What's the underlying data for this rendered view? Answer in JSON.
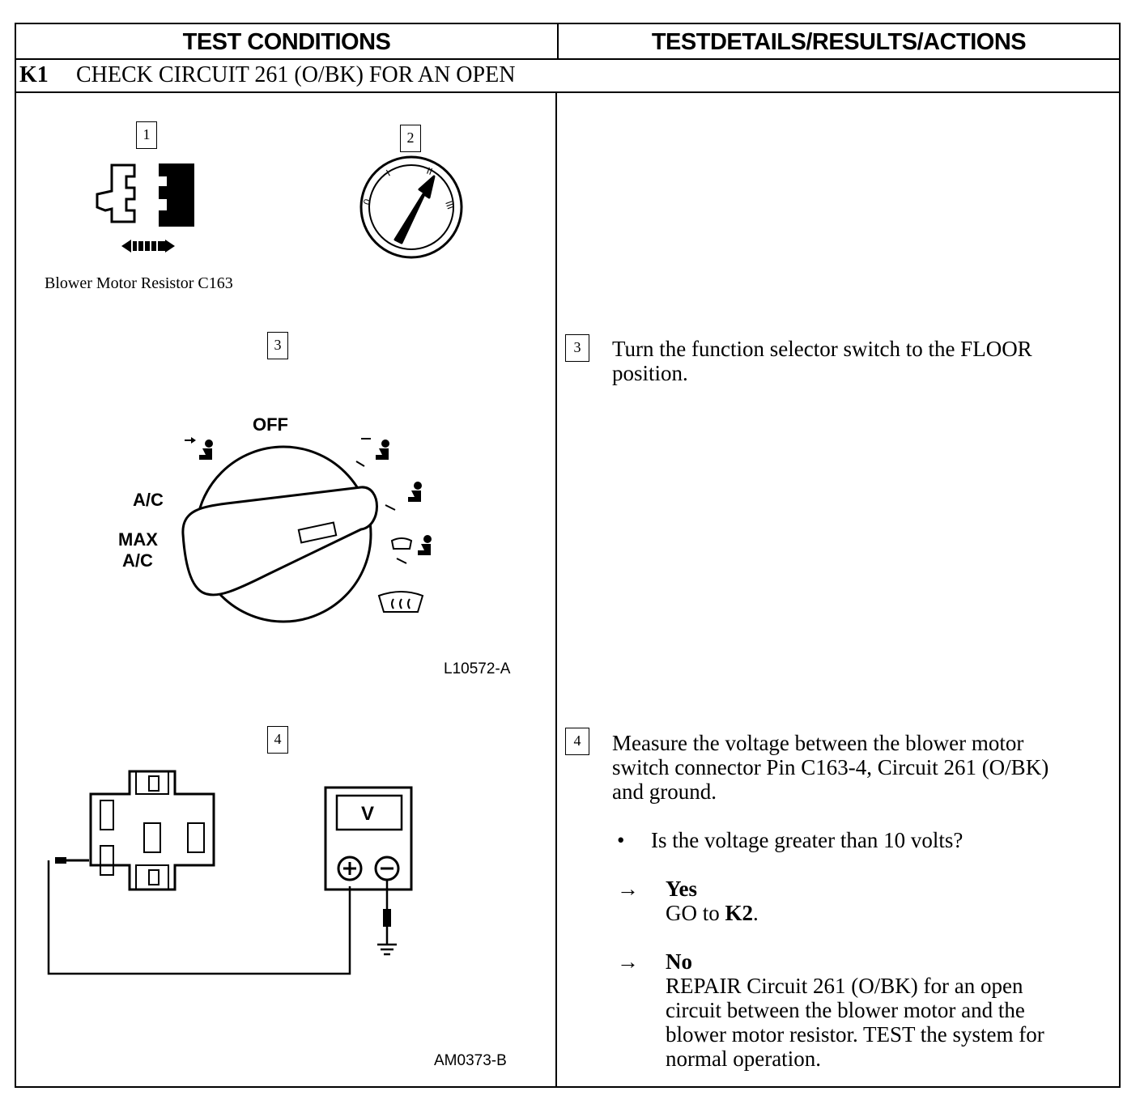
{
  "table": {
    "left_header": "TEST CONDITIONS",
    "right_header": "TESTDETAILS/RESULTS/ACTIONS",
    "step_id": "K1",
    "step_title": "CHECK CIRCUIT 261 (O/BK) FOR AN OPEN"
  },
  "figures": {
    "step1_num": "1",
    "step2_num": "2",
    "step1_caption": "Blower Motor Resistor C163",
    "step3_num": "3",
    "step3_off": "OFF",
    "step3_ac": "A/C",
    "step3_max": "MAX",
    "step3_max_ac": "A/C",
    "step3_code": "L10572-A",
    "step4_num": "4",
    "step4_meter": "V",
    "step4_code": "AM0373-B",
    "ign_pos_0": "0",
    "ign_pos_1": "I",
    "ign_pos_2": "II",
    "ign_pos_3": "III"
  },
  "details": {
    "step3_num": "3",
    "step3_line1": "Turn the function selector switch to the FLOOR",
    "step3_line2": "position.",
    "step4_num": "4",
    "step4_line1": "Measure the voltage between the blower motor",
    "step4_line2": "switch connector Pin C163-4, Circuit 261 (O/BK)",
    "step4_line3": "and ground.",
    "bullet": "•",
    "question": "Is the voltage greater than 10 volts?",
    "arrow": "→",
    "yes_label": "Yes",
    "yes_action_prefix": "GO to ",
    "yes_action_target": "K2",
    "yes_action_suffix": ".",
    "no_label": "No",
    "no_line1": "REPAIR Circuit 261 (O/BK) for an open",
    "no_line2": "circuit between the blower motor and the",
    "no_line3": "blower motor resistor. TEST the system for",
    "no_line4": "normal operation."
  }
}
